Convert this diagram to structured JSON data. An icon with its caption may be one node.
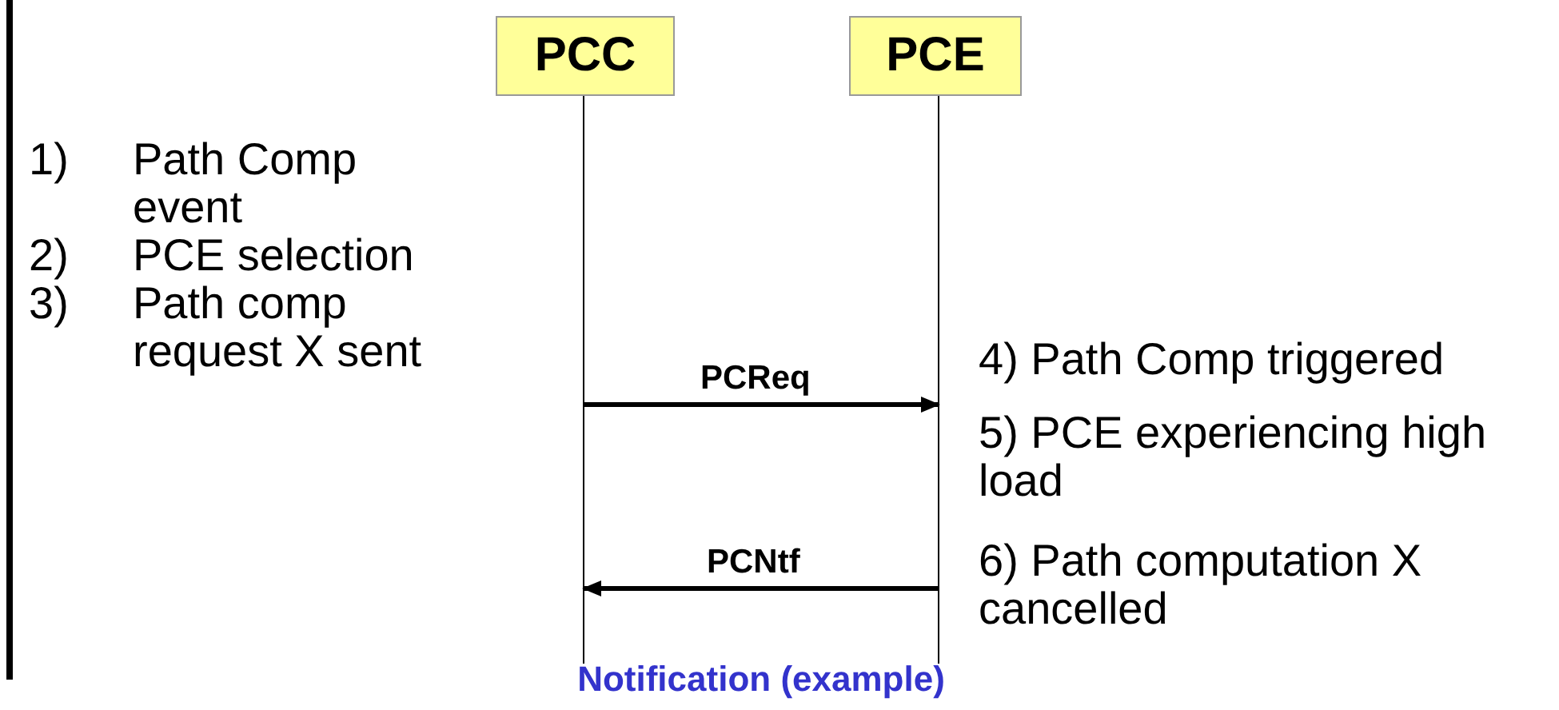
{
  "diagram": {
    "caption": "Notification (example)",
    "nodes": [
      {
        "text": [
          "PCC"
        ]
      },
      {
        "text": [
          "PCE"
        ]
      }
    ],
    "edges": [
      {
        "from": 0,
        "to": 1,
        "arrow": "to",
        "label": "PCReq"
      },
      {
        "from": 1,
        "to": 0,
        "arrow": "to",
        "label": "PCNtf"
      }
    ],
    "labels": [
      "1)",
      "Path Comp event",
      "2)",
      "PCE selection",
      "3)",
      "Path comp request X sent",
      "4) Path Comp triggered",
      "5) PCE experiencing high load",
      "6) Path computation X cancelled"
    ]
  }
}
